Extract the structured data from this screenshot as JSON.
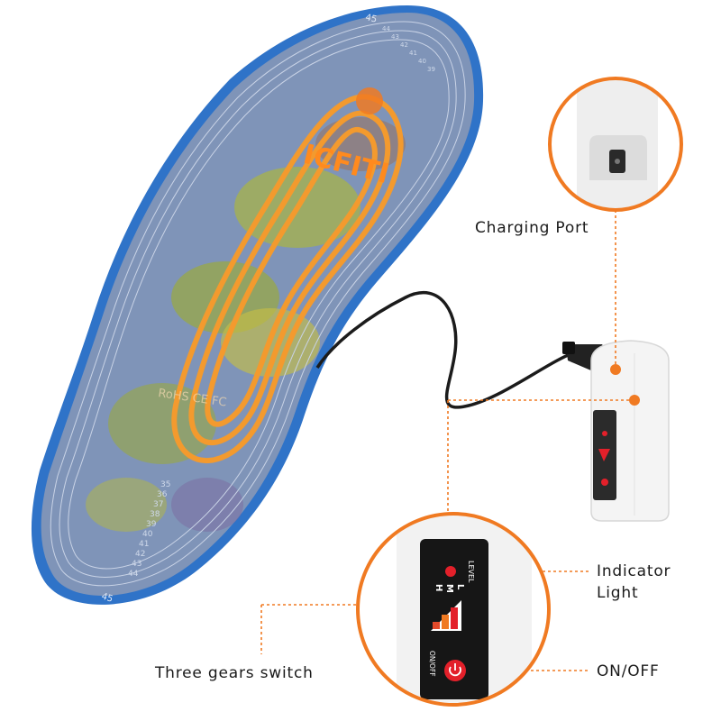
{
  "labels": {
    "charging_port": "Charging Port",
    "indicator_line1": "Indicator",
    "indicator_line2": "Light",
    "three_gears": "Three gears switch",
    "on_off": "ON/OFF"
  },
  "device": {
    "level_text": "LEVEL",
    "gear_l": "L",
    "gear_m": "M",
    "gear_h": "H",
    "onoff_text": "ON/OFF"
  },
  "insole": {
    "size_top": "45",
    "size_bottom": "45",
    "size_scale": [
      "35",
      "36",
      "37",
      "38",
      "39",
      "40",
      "41",
      "42",
      "43",
      "44"
    ],
    "size_scale_top": [
      "44",
      "43",
      "42",
      "41",
      "40",
      "39"
    ]
  },
  "colors": {
    "accent_orange": "#f07a22",
    "heating_wire": "#f39a2e",
    "insole_edge": "#2f73c8",
    "insole_body": "#7f94b8",
    "led_red": "#e3202a",
    "device_white": "#f4f4f4",
    "panel_black": "#161616"
  }
}
